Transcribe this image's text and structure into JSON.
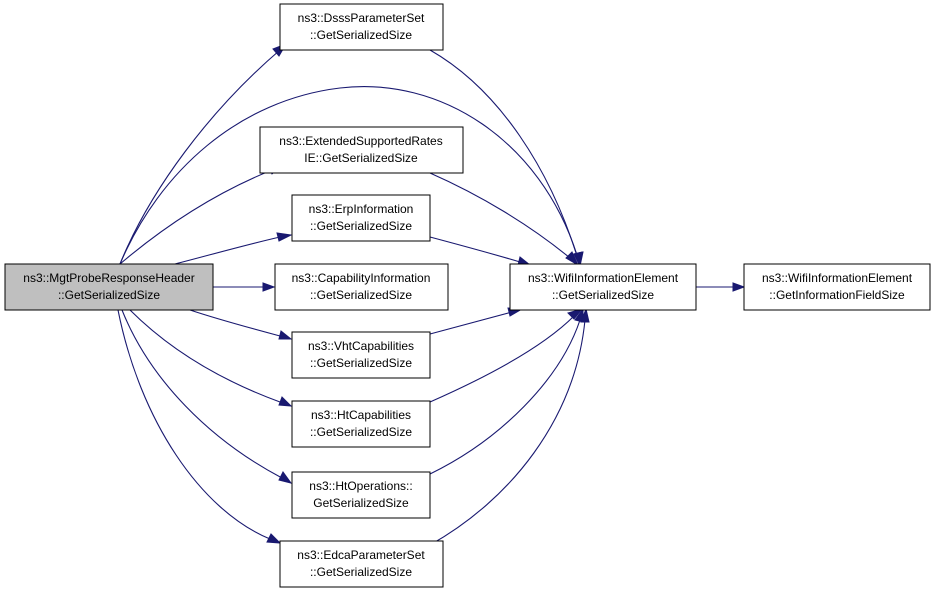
{
  "nodes": [
    {
      "id": "root",
      "lines": [
        "ns3::MgtProbeResponseHeader",
        "::GetSerializedSize"
      ],
      "highlighted": true
    },
    {
      "id": "dsss",
      "lines": [
        "ns3::DsssParameterSet",
        "::GetSerializedSize"
      ]
    },
    {
      "id": "ext",
      "lines": [
        "ns3::ExtendedSupportedRates",
        "IE::GetSerializedSize"
      ]
    },
    {
      "id": "erp",
      "lines": [
        "ns3::ErpInformation",
        "::GetSerializedSize"
      ]
    },
    {
      "id": "cap",
      "lines": [
        "ns3::CapabilityInformation",
        "::GetSerializedSize"
      ]
    },
    {
      "id": "vht",
      "lines": [
        "ns3::VhtCapabilities",
        "::GetSerializedSize"
      ]
    },
    {
      "id": "ht",
      "lines": [
        "ns3::HtCapabilities",
        "::GetSerializedSize"
      ]
    },
    {
      "id": "htop",
      "lines": [
        "ns3::HtOperations::",
        "GetSerializedSize"
      ]
    },
    {
      "id": "edca",
      "lines": [
        "ns3::EdcaParameterSet",
        "::GetSerializedSize"
      ]
    },
    {
      "id": "wie",
      "lines": [
        "ns3::WifiInformationElement",
        "::GetSerializedSize"
      ]
    },
    {
      "id": "wiefld",
      "lines": [
        "ns3::WifiInformationElement",
        "::GetInformationFieldSize"
      ]
    }
  ],
  "edges": [
    [
      "root",
      "dsss"
    ],
    [
      "root",
      "wie"
    ],
    [
      "root",
      "ext"
    ],
    [
      "root",
      "erp"
    ],
    [
      "root",
      "cap"
    ],
    [
      "root",
      "vht"
    ],
    [
      "root",
      "ht"
    ],
    [
      "root",
      "htop"
    ],
    [
      "root",
      "edca"
    ],
    [
      "dsss",
      "wie"
    ],
    [
      "ext",
      "wie"
    ],
    [
      "erp",
      "wie"
    ],
    [
      "vht",
      "wie"
    ],
    [
      "ht",
      "wie"
    ],
    [
      "htop",
      "wie"
    ],
    [
      "edca",
      "wie"
    ],
    [
      "wie",
      "wiefld"
    ]
  ],
  "colors": {
    "edge": "#191970",
    "root_fill": "#bfbfbf",
    "node_fill": "#ffffff"
  }
}
